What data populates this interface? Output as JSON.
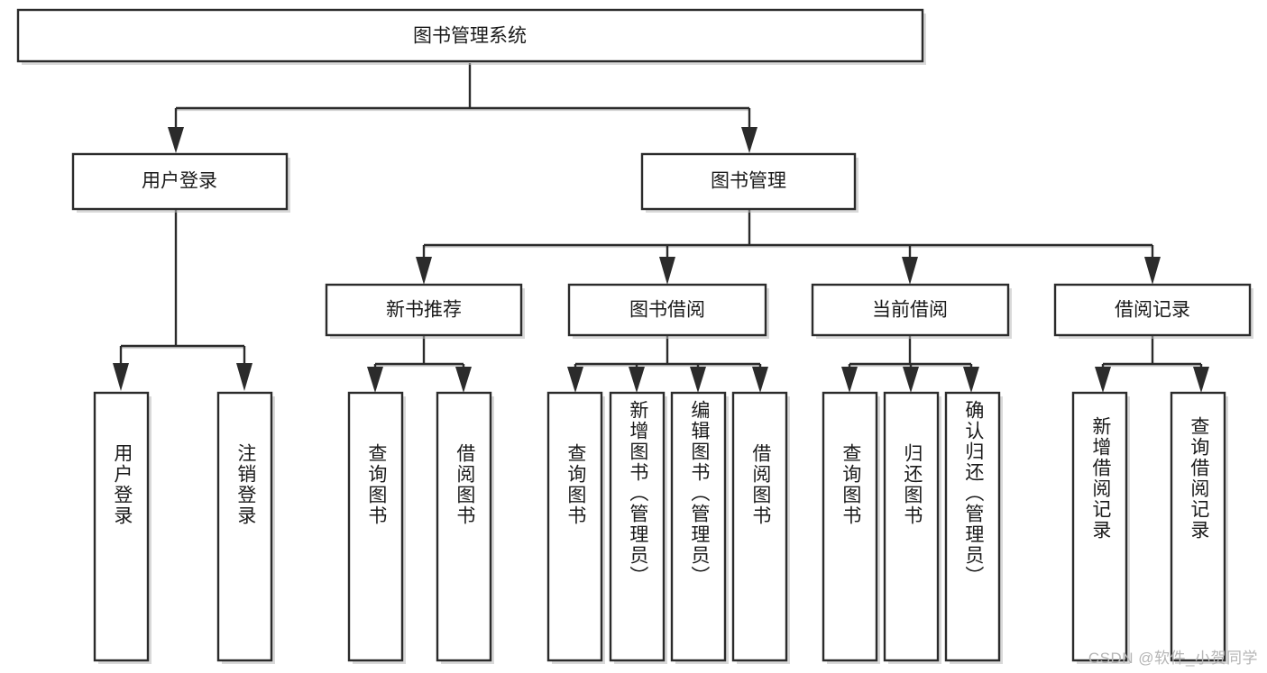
{
  "diagram": {
    "title": "图书管理系统",
    "type": "hierarchy-tree",
    "root": {
      "id": "root",
      "label": "图书管理系统",
      "orientation": "horizontal"
    },
    "level2": [
      {
        "id": "user-login",
        "label": "用户登录",
        "orientation": "horizontal"
      },
      {
        "id": "book-manage",
        "label": "图书管理",
        "orientation": "horizontal"
      }
    ],
    "level3": [
      {
        "id": "new-book-recommend",
        "label": "新书推荐",
        "parent": "book-manage",
        "orientation": "horizontal"
      },
      {
        "id": "book-borrow",
        "label": "图书借阅",
        "parent": "book-manage",
        "orientation": "horizontal"
      },
      {
        "id": "current-borrow",
        "label": "当前借阅",
        "parent": "book-manage",
        "orientation": "horizontal"
      },
      {
        "id": "borrow-record",
        "label": "借阅记录",
        "parent": "book-manage",
        "orientation": "horizontal"
      }
    ],
    "leaves": [
      {
        "id": "leaf-user-login",
        "label": "用户登录",
        "parent": "user-login",
        "orientation": "vertical"
      },
      {
        "id": "leaf-logout-login",
        "label": "注销登录",
        "parent": "user-login",
        "orientation": "vertical"
      },
      {
        "id": "leaf-query-book-rec",
        "label": "查询图书",
        "parent": "new-book-recommend",
        "orientation": "vertical"
      },
      {
        "id": "leaf-borrow-book-rec",
        "label": "借阅图书",
        "parent": "new-book-recommend",
        "orientation": "vertical"
      },
      {
        "id": "leaf-query-book-borrow",
        "label": "查询图书",
        "parent": "book-borrow",
        "orientation": "vertical"
      },
      {
        "id": "leaf-add-book-admin",
        "label": "新增图书（管理员）",
        "parent": "book-borrow",
        "orientation": "vertical"
      },
      {
        "id": "leaf-edit-book-admin",
        "label": "编辑图书（管理员）",
        "parent": "book-borrow",
        "orientation": "vertical"
      },
      {
        "id": "leaf-borrow-book",
        "label": "借阅图书",
        "parent": "book-borrow",
        "orientation": "vertical"
      },
      {
        "id": "leaf-query-book-current",
        "label": "查询图书",
        "parent": "current-borrow",
        "orientation": "vertical"
      },
      {
        "id": "leaf-return-book",
        "label": "归还图书",
        "parent": "current-borrow",
        "orientation": "vertical"
      },
      {
        "id": "leaf-confirm-return-admin",
        "label": "确认归还（管理员）",
        "parent": "current-borrow",
        "orientation": "vertical"
      },
      {
        "id": "leaf-add-borrow-record",
        "label": "新增借阅记录",
        "parent": "borrow-record",
        "orientation": "vertical"
      },
      {
        "id": "leaf-query-borrow-record",
        "label": "查询借阅记录",
        "parent": "borrow-record",
        "orientation": "vertical"
      }
    ],
    "colors": {
      "box_stroke": "#2b2b2b",
      "box_fill": "#ffffff",
      "text": "#1a1a1a",
      "background": "#ffffff",
      "watermark": "#b5b5b5"
    }
  },
  "watermark": {
    "text": "CSDN @软件_小贺同学"
  }
}
